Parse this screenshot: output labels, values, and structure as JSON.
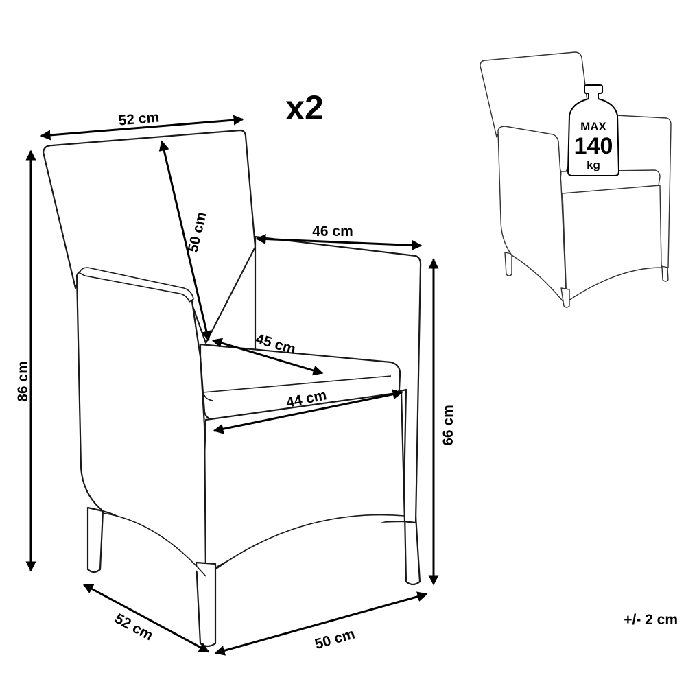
{
  "quantity": "x2",
  "dimensions": {
    "back_width": "52 cm",
    "backrest_height": "50 cm",
    "arm_depth": "46 cm",
    "seat_depth": "45 cm",
    "seat_width": "44 cm",
    "total_height": "86 cm",
    "seat_height": "66 cm",
    "base_depth": "52 cm",
    "base_width": "50 cm"
  },
  "max_load": {
    "top": "MAX",
    "value": "140",
    "unit": "kg"
  },
  "tolerance": "+/- 2 cm",
  "colors": {
    "line": "#000000",
    "background": "#ffffff",
    "weave": "#555555"
  }
}
